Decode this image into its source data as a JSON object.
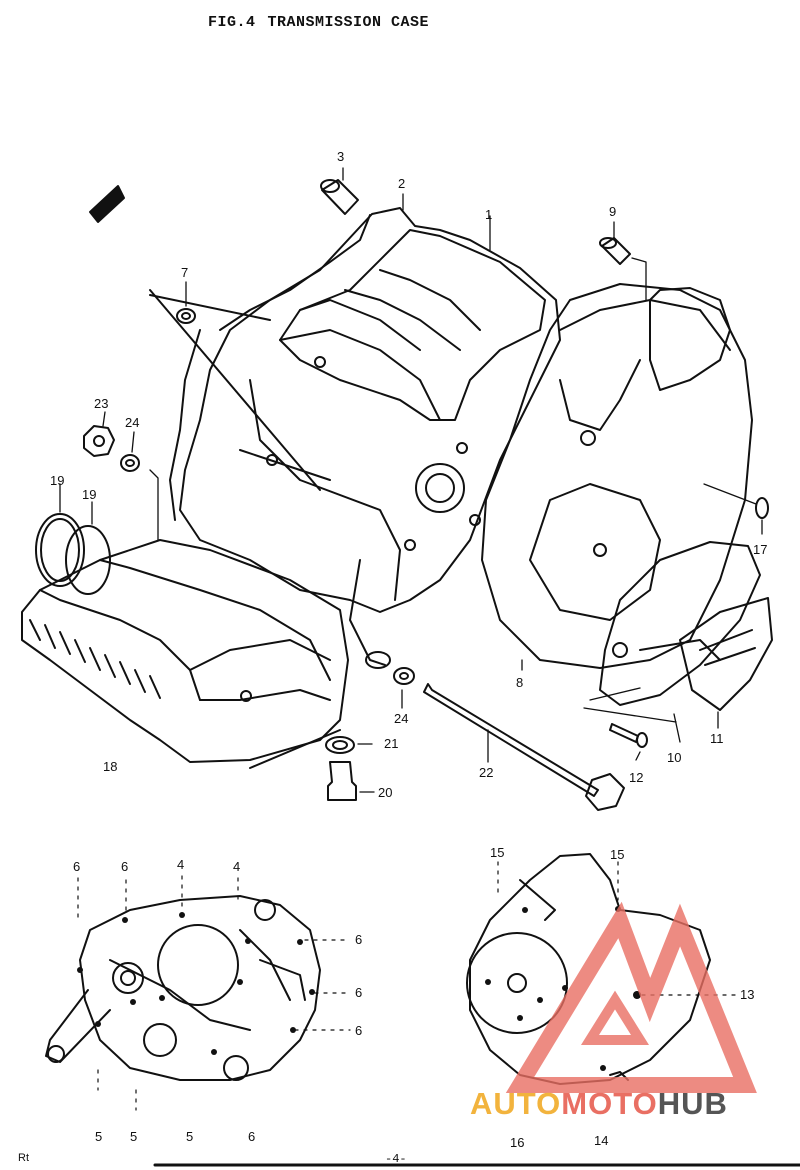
{
  "header": {
    "figure": "FIG.4",
    "title": "TRANSMISSION CASE"
  },
  "callouts": [
    {
      "id": "c1",
      "label": "1"
    },
    {
      "id": "c2",
      "label": "2"
    },
    {
      "id": "c3",
      "label": "3"
    },
    {
      "id": "c7",
      "label": "7"
    },
    {
      "id": "c9",
      "label": "9"
    },
    {
      "id": "c23",
      "label": "23"
    },
    {
      "id": "c24a",
      "label": "24"
    },
    {
      "id": "c19a",
      "label": "19"
    },
    {
      "id": "c19b",
      "label": "19"
    },
    {
      "id": "c17",
      "label": "17"
    },
    {
      "id": "c8",
      "label": "8"
    },
    {
      "id": "c24b",
      "label": "24"
    },
    {
      "id": "c21",
      "label": "21"
    },
    {
      "id": "c20",
      "label": "20"
    },
    {
      "id": "c22",
      "label": "22"
    },
    {
      "id": "c12",
      "label": "12"
    },
    {
      "id": "c10",
      "label": "10"
    },
    {
      "id": "c11",
      "label": "11"
    },
    {
      "id": "c18",
      "label": "18"
    },
    {
      "id": "c6a",
      "label": "6"
    },
    {
      "id": "c6b",
      "label": "6"
    },
    {
      "id": "c4a",
      "label": "4"
    },
    {
      "id": "c4b",
      "label": "4"
    },
    {
      "id": "c6c",
      "label": "6"
    },
    {
      "id": "c6d",
      "label": "6"
    },
    {
      "id": "c6e",
      "label": "6"
    },
    {
      "id": "c5a",
      "label": "5"
    },
    {
      "id": "c5b",
      "label": "5"
    },
    {
      "id": "c5c",
      "label": "5"
    },
    {
      "id": "c6f",
      "label": "6"
    },
    {
      "id": "c15a",
      "label": "15"
    },
    {
      "id": "c15b",
      "label": "15"
    },
    {
      "id": "c13",
      "label": "13"
    },
    {
      "id": "c16",
      "label": "16"
    },
    {
      "id": "c14",
      "label": "14"
    }
  ],
  "footer": {
    "page": "-4-",
    "corner": "Rt"
  },
  "watermark": {
    "word1": "AUTO",
    "word2": "MOTO",
    "word3": "HUB",
    "colors": {
      "auto": "#f2b33d",
      "moto": "#e96f63",
      "hub": "#555555",
      "triangle": "#e96f63"
    }
  }
}
